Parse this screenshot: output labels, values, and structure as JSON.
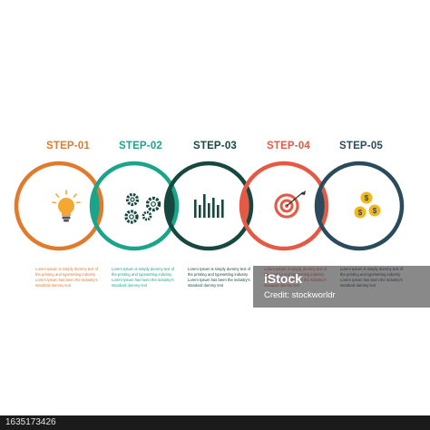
{
  "colors": {
    "step1": "#E07A2C",
    "step2": "#1AA58B",
    "step3": "#17483F",
    "step4": "#E35A45",
    "step5": "#2B4A5C",
    "overlap12": "#1AA58B",
    "overlap23": "#17483F",
    "overlap34": "#E35A45",
    "overlap45": "#2B4A5C"
  },
  "steps": [
    {
      "title": "STEP-01",
      "description": "Lorem Ipsum is simply dummy text of the printing and typesetting industry. Lorem Ipsum has been the industry's standard dummy text",
      "icon": "lightbulb-icon"
    },
    {
      "title": "STEP-02",
      "description": "Lorem Ipsum is simply dummy text of the printing and typesetting industry. Lorem Ipsum has been the industry's standard dummy text",
      "icon": "gears-icon"
    },
    {
      "title": "STEP-03",
      "description": "Lorem Ipsum is simply dummy text of the printing and typesetting industry. Lorem Ipsum has been the industry's standard dummy text",
      "icon": "bar-chart-icon"
    },
    {
      "title": "STEP-04",
      "description": "Lorem Ipsum is simply dummy text of the printing and typesetting industry. Lorem Ipsum has been the industry's standard dummy text",
      "icon": "target-icon"
    },
    {
      "title": "STEP-05",
      "description": "Lorem Ipsum is simply dummy text of the printing and typesetting industry. Lorem Ipsum has been the industry's standard dummy text",
      "icon": "dollar-coins-icon"
    }
  ],
  "watermark": {
    "logo": "iStock",
    "credit": "Credit: stockworldr"
  },
  "image_id": "1635173426"
}
